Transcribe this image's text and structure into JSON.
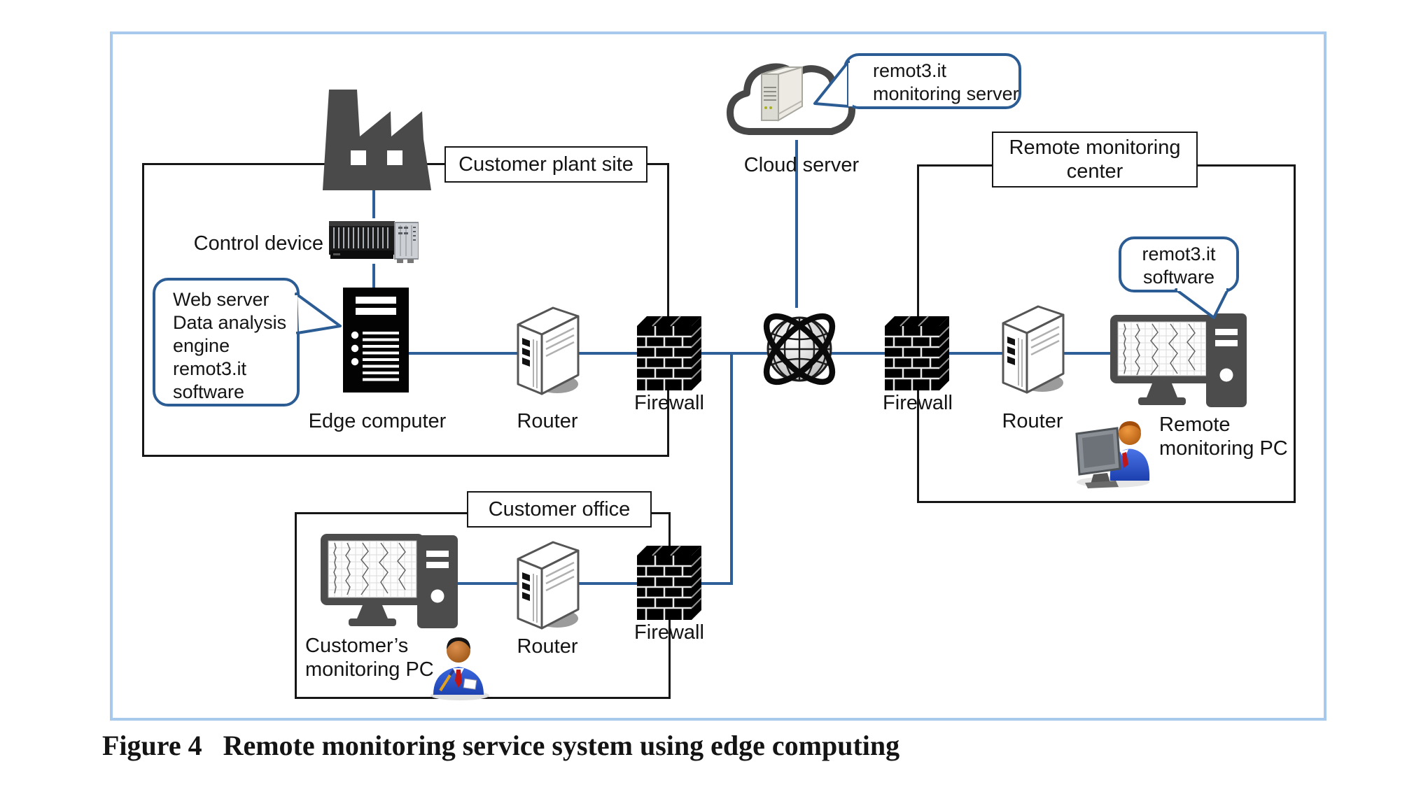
{
  "figure": {
    "caption_label": "Figure 4",
    "caption_title": "Remote monitoring service system using edge computing"
  },
  "groups": {
    "plant": {
      "label": "Customer plant site"
    },
    "office": {
      "label": "Customer office"
    },
    "center": {
      "label": "Remote monitoring center"
    }
  },
  "nodes": {
    "control_device": "Control device",
    "edge_computer": "Edge computer",
    "plant_router": "Router",
    "plant_firewall": "Firewall",
    "cloud_server": "Cloud server",
    "center_firewall": "Firewall",
    "center_router": "Router",
    "remote_pc": "Remote monitoring PC",
    "office_router": "Router",
    "office_firewall": "Firewall",
    "customer_pc": "Customer’s monitoring PC"
  },
  "callouts": {
    "edge_software": {
      "lines": [
        "Web server",
        "Data analysis",
        "engine",
        "remot3.it",
        "software"
      ]
    },
    "cloud_bubble": {
      "lines": [
        "remot3.it",
        "monitoring server"
      ]
    },
    "center_bubble": {
      "lines": [
        "remot3.it",
        "software"
      ]
    }
  },
  "icons": [
    "factory-icon",
    "control-device-icon",
    "edge-computer-icon",
    "router-icon",
    "firewall-icon",
    "internet-globe-icon",
    "cloud-server-icon",
    "monitor-icon",
    "pc-tower-icon",
    "operator-icon"
  ],
  "colors": {
    "connection_line": "#2e5f99",
    "callout_border": "#2b5c94",
    "frame_border": "#a6c9ec",
    "box_border": "#161616",
    "icon_dark": "#4a4a4a"
  }
}
